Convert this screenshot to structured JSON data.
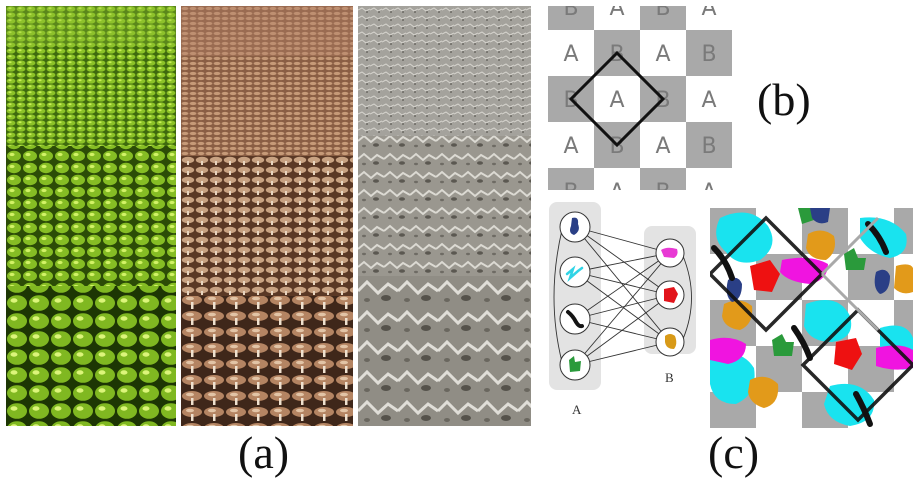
{
  "figure": {
    "captions": {
      "a": "(a)",
      "b": "(b)",
      "c": "(c)"
    },
    "textures": [
      {
        "name": "apples-texture",
        "colors": {
          "base": "#5f8d1a",
          "highlight": "#b6df3c",
          "shadow": "#1f3a06"
        }
      },
      {
        "name": "mushrooms-texture",
        "colors": {
          "base": "#a57758",
          "highlight": "#e2c3a3",
          "shadow": "#4c2f1e"
        }
      },
      {
        "name": "stone-texture",
        "colors": {
          "base": "#9c9a94",
          "highlight": "#d7d5cf",
          "shadow": "#585650"
        }
      }
    ],
    "checkerboard": {
      "rows": [
        [
          "B",
          "A",
          "B",
          "A"
        ],
        [
          "A",
          "B",
          "A",
          "B"
        ],
        [
          "B",
          "A",
          "B",
          "A"
        ],
        [
          "A",
          "B",
          "A",
          "B"
        ],
        [
          "B",
          "A",
          "B",
          "A"
        ]
      ],
      "colors": {
        "gray": "#a9a9a9",
        "white": "#ffffff",
        "letter": "#7a7a7a",
        "diamond": "#111111"
      }
    },
    "bipartite_graph": {
      "set_a_label": "A",
      "set_b_label": "B",
      "set_a_node_colors": [
        "#2a3f86",
        "#31d4e6",
        "#141414",
        "#2a9a3b"
      ],
      "set_b_node_colors": [
        "#e83ad4",
        "#e2141b",
        "#d89a18"
      ],
      "group_bg": "#e3e3e3"
    },
    "tiled_pattern": {
      "colors": {
        "cyan": "#19e3ef",
        "magenta": "#f014e0",
        "red": "#ee1111",
        "orange": "#e29a1a",
        "green": "#2a9a3b",
        "navy": "#2a3f86",
        "black": "#111111",
        "gray": "#a9a9a9"
      }
    }
  }
}
